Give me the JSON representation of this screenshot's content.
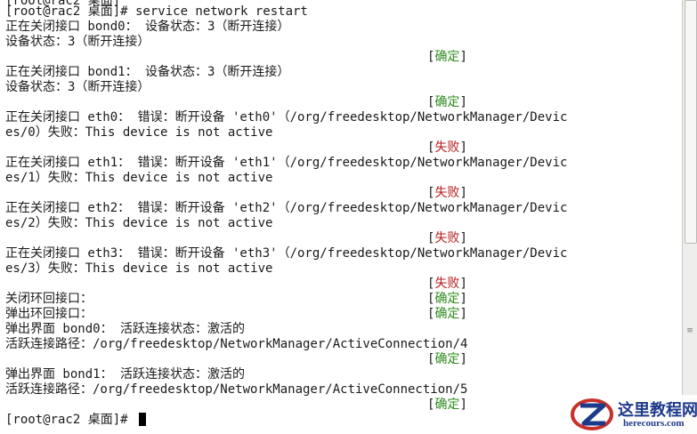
{
  "terminal": {
    "lines": [
      "[root@rac2 桌面]# service network restart",
      "正在关闭接口 bond0： 设备状态：3（断开连接）",
      "设备状态：3（断开连接）",
      "正在关闭接口 bond1： 设备状态：3（断开连接）",
      "设备状态：3（断开连接）",
      "正在关闭接口 eth0： 错误：断开设备 'eth0'（/org/freedesktop/NetworkManager/Devic",
      "es/0）失败：This device is not active",
      "正在关闭接口 eth1： 错误：断开设备 'eth1'（/org/freedesktop/NetworkManager/Devic",
      "es/1）失败：This device is not active",
      "正在关闭接口 eth2： 错误：断开设备 'eth2'（/org/freedesktop/NetworkManager/Devic",
      "es/2）失败：This device is not active",
      "正在关闭接口 eth3： 错误：断开设备 'eth3'（/org/freedesktop/NetworkManager/Devic",
      "es/3）失败：This device is not active",
      "关闭环回接口：",
      "弹出环回接口：",
      "弹出界面 bond0： 活跃连接状态：激活的",
      "活跃连接路径：/org/freedesktop/NetworkManager/ActiveConnection/4",
      "弹出界面 bond1： 活跃连接状态：激活的",
      "活跃连接路径：/org/freedesktop/NetworkManager/ActiveConnection/5"
    ],
    "prompt": "[root@rac2 桌面]# "
  },
  "status": {
    "ok": "确定",
    "fail": "失败",
    "open_bracket": "[",
    "close_bracket": "]"
  },
  "colors": {
    "ok": "#2e8b1e",
    "fail": "#b81c1c"
  },
  "watermark": {
    "title": "这里教程网",
    "site": "herecours.com"
  }
}
